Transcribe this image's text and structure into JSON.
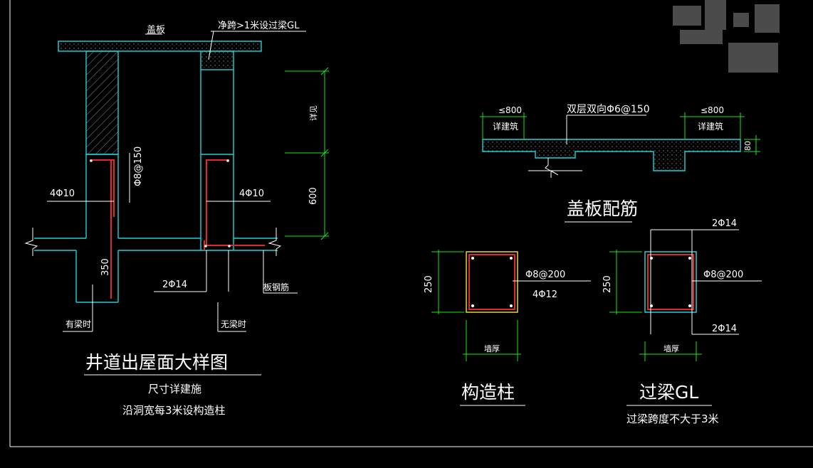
{
  "left_detail": {
    "cover_plate_label": "盖板",
    "beam_note": "净跨>1米设过梁GL",
    "rebar_left": "4Φ10",
    "rebar_right": "4Φ10",
    "stirrup": "Φ8@150",
    "dim_350": "350",
    "dim_600": "600",
    "dim_upper": "详见",
    "bottom_rebar": "2Φ14",
    "slab_rebar": "板钢筋",
    "with_beam": "有梁时",
    "without_beam": "无梁时",
    "title": "井道出屋面大样图",
    "note1": "尺寸详建施",
    "note2": "沿洞宽每3米设构造柱"
  },
  "slab_detail": {
    "left_dim": "≤800",
    "right_dim": "≤800",
    "left_ref": "详建筑",
    "right_ref": "详建筑",
    "rebar": "双层双向Φ6@150",
    "thickness": "80",
    "title": "盖板配筋"
  },
  "column_detail": {
    "dim_250": "250",
    "stirrup": "Φ8@200",
    "main_rebar": "4Φ12",
    "wall_thickness": "墙厚",
    "title": "构造柱"
  },
  "lintel_detail": {
    "dim_250": "250",
    "top_rebar": "2Φ14",
    "stirrup": "Φ8@200",
    "bottom_rebar": "2Φ14",
    "wall_thickness": "墙厚",
    "title": "过梁GL",
    "note": "过梁跨度不大于3米"
  },
  "colors": {
    "background": "#000000",
    "concrete_outline": "#19d3d8",
    "rebar": "#e02a2a",
    "dimension": "#19e619",
    "text": "#ffffff"
  }
}
